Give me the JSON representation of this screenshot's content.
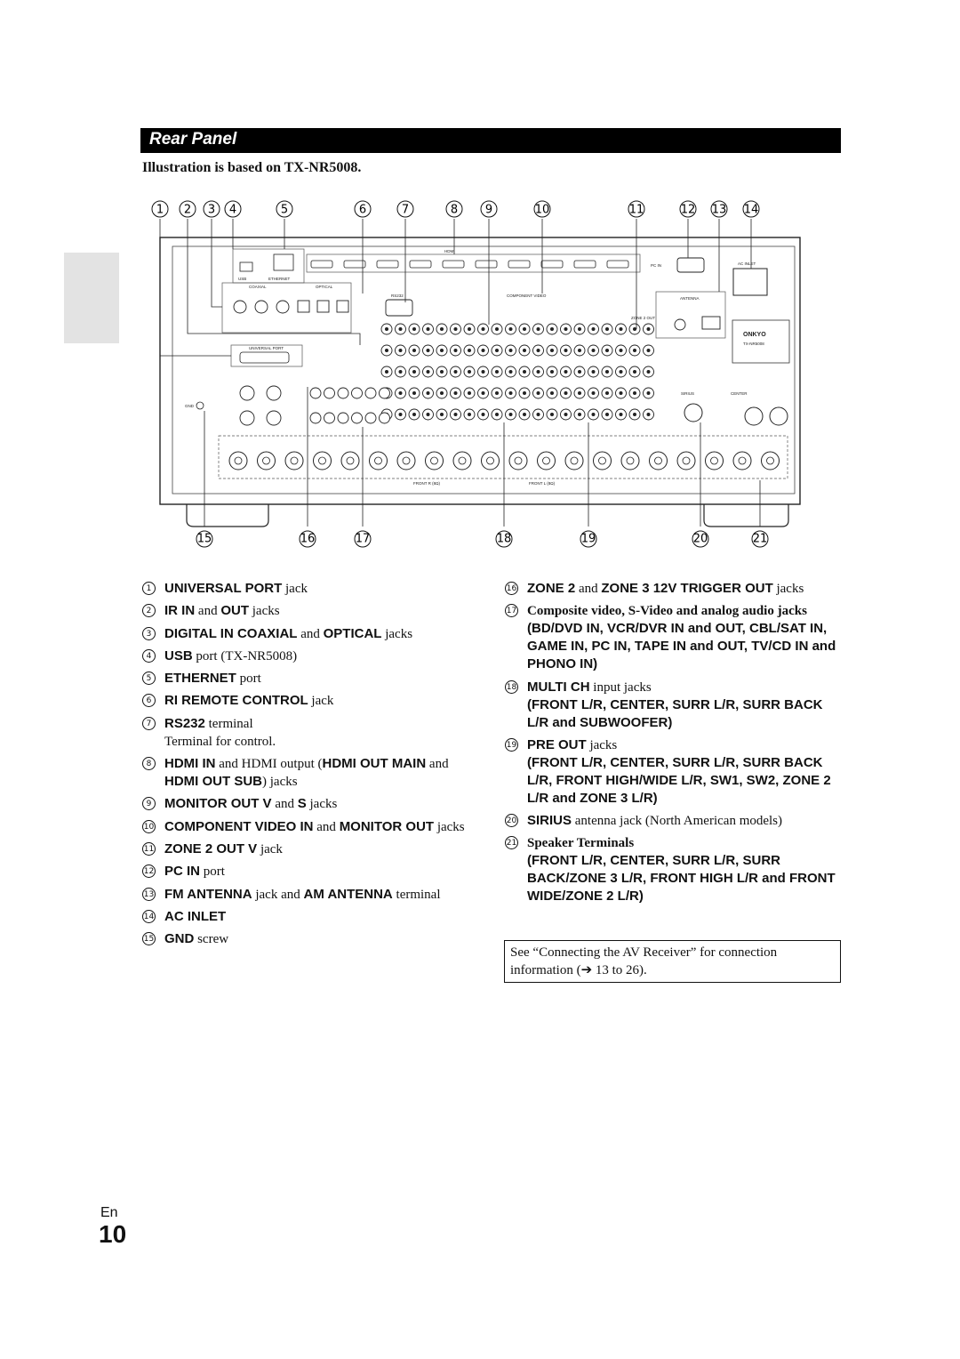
{
  "section": {
    "title": "Rear Panel"
  },
  "subheading": "Illustration is based on TX-NR5008.",
  "figure": {
    "top_callouts": [
      "1",
      "2",
      "3",
      "4",
      "5",
      "6",
      "7",
      "8",
      "9",
      "10",
      "11",
      "12",
      "13",
      "14"
    ],
    "bottom_callouts": [
      "15",
      "16",
      "17",
      "18",
      "19",
      "20",
      "21"
    ],
    "panel_labels": {
      "hdmi": "HDMI",
      "coaxial": "COAXIAL",
      "optical": "OPTICAL",
      "usb": "USB",
      "ethernet": "ETHERNET",
      "rs232": "RS232",
      "universal_port": "UNIVERSAL PORT",
      "component_video": "COMPONENT VIDEO",
      "antenna": "ANTENNA",
      "ac_inlet": "AC INLET",
      "pc_in": "PC IN",
      "zone2_out": "ZONE 2 OUT",
      "sirius": "SIRIUS",
      "brand": "ONKYO",
      "model": "TX-NR5008",
      "gnd": "GND",
      "front_r": "FRONT R (8Ω)",
      "front_l": "FRONT L (8Ω)",
      "center": "CENTER"
    }
  },
  "items_left": [
    {
      "num": "1",
      "parts": [
        "UNIVERSAL PORT",
        " jack"
      ]
    },
    {
      "num": "2",
      "parts": [
        "IR IN",
        " and ",
        "OUT",
        " jacks"
      ]
    },
    {
      "num": "3",
      "parts": [
        "DIGITAL IN COAXIAL",
        " and ",
        "OPTICAL",
        " jacks"
      ]
    },
    {
      "num": "4",
      "parts": [
        "USB",
        " port (TX-NR5008)"
      ]
    },
    {
      "num": "5",
      "parts": [
        "ETHERNET",
        " port"
      ]
    },
    {
      "num": "6",
      "parts": [
        "RI REMOTE CONTROL",
        " jack"
      ]
    },
    {
      "num": "7",
      "parts": [
        "RS232",
        " terminal"
      ],
      "note": "Terminal for control."
    },
    {
      "num": "8",
      "parts": [
        "HDMI IN",
        " and HDMI output (",
        "HDMI OUT MAIN",
        " and ",
        "HDMI OUT SUB",
        ") jacks"
      ]
    },
    {
      "num": "9",
      "parts": [
        "MONITOR OUT V",
        " and ",
        "S",
        " jacks"
      ]
    },
    {
      "num": "10",
      "parts": [
        "COMPONENT VIDEO IN",
        " and ",
        "MONITOR OUT",
        " jacks"
      ]
    },
    {
      "num": "11",
      "parts": [
        "ZONE 2 OUT V",
        " jack"
      ]
    },
    {
      "num": "12",
      "parts": [
        "PC IN",
        " port"
      ]
    },
    {
      "num": "13",
      "parts": [
        "FM ANTENNA",
        " jack and ",
        "AM ANTENNA",
        " terminal"
      ]
    },
    {
      "num": "14",
      "parts": [
        "AC INLET",
        ""
      ]
    },
    {
      "num": "15",
      "parts": [
        "GND",
        " screw"
      ]
    }
  ],
  "items_right": [
    {
      "num": "16",
      "parts": [
        "ZONE 2",
        " and ",
        "ZONE 3 12V TRIGGER OUT",
        " jacks"
      ]
    },
    {
      "num": "17",
      "parts": [
        "",
        "Composite video, S-Video and analog audio jacks"
      ],
      "sub": "(BD/DVD IN, VCR/DVR IN and OUT, CBL/SAT IN, GAME IN, PC IN, TAPE IN and OUT, TV/CD IN and PHONO IN)"
    },
    {
      "num": "18",
      "parts": [
        "MULTI CH",
        " input jacks"
      ],
      "sub": "(FRONT L/R, CENTER, SURR L/R, SURR BACK L/R and SUBWOOFER)"
    },
    {
      "num": "19",
      "parts": [
        "PRE OUT",
        " jacks"
      ],
      "sub": "(FRONT L/R, CENTER, SURR L/R, SURR BACK L/R, FRONT HIGH/WIDE L/R, SW1, SW2, ZONE 2 L/R and ZONE 3 L/R)"
    },
    {
      "num": "20",
      "parts": [
        "SIRIUS",
        " antenna jack (North American models)"
      ]
    },
    {
      "num": "21",
      "parts": [
        "",
        "Speaker Terminals"
      ],
      "sub": "(FRONT L/R, CENTER, SURR L/R, SURR BACK/ZONE 3 L/R, FRONT HIGH L/R and FRONT WIDE/ZONE 2 L/R)"
    }
  ],
  "see_box": "See “Connecting the AV Receiver” for connection information (➔ 13 to 26).",
  "footer": {
    "lang": "En",
    "page": "10"
  }
}
